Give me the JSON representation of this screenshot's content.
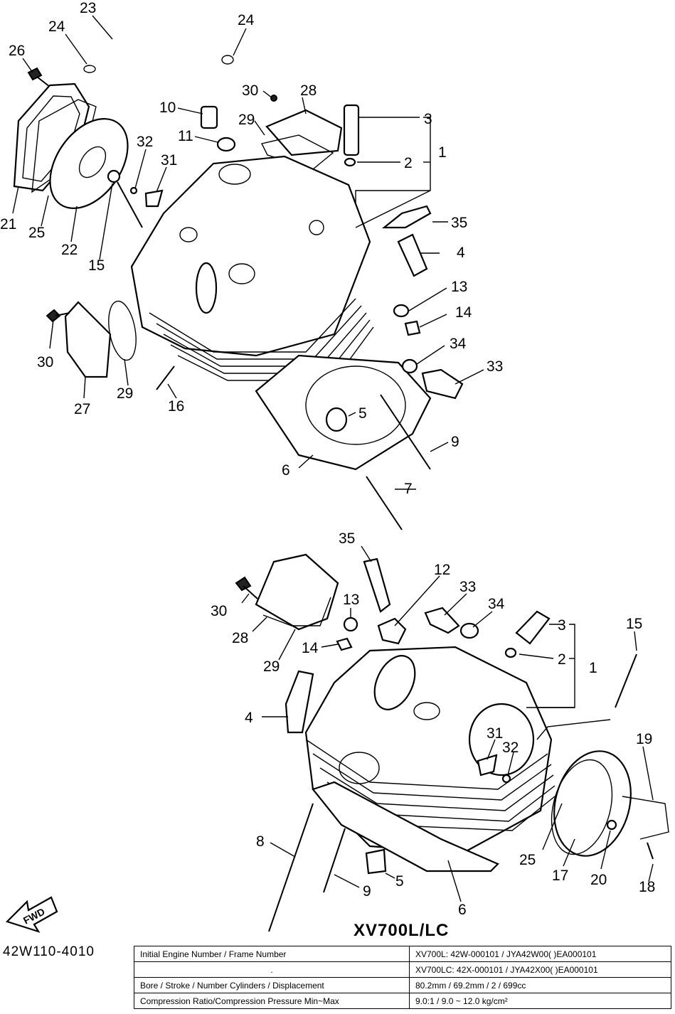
{
  "callouts": {
    "n1": "1",
    "n2": "2",
    "n3": "3",
    "n4": "4",
    "n5": "5",
    "n6": "6",
    "n7": "7",
    "n8": "8",
    "n9": "9",
    "n10": "10",
    "n11": "11",
    "n12": "12",
    "n13": "13",
    "n14": "14",
    "n15": "15",
    "n16": "16",
    "n17": "17",
    "n18": "18",
    "n19": "19",
    "n20": "20",
    "n21": "21",
    "n22": "22",
    "n23": "23",
    "n24": "24",
    "n25": "25",
    "n26": "26",
    "n27": "27",
    "n28": "28",
    "n29": "29",
    "n30": "30",
    "n31": "31",
    "n32": "32",
    "n33": "33",
    "n34": "34",
    "n35": "35"
  },
  "fwd_arrow_label": "FWD",
  "model_label": "XV700L/LC",
  "drawing_code": "42W110-4010",
  "spec_table": {
    "rows": [
      {
        "label": "Initial Engine Number / Frame Number",
        "value": "XV700L: 42W-000101 / JYA42W00( )EA000101"
      },
      {
        "label": ".",
        "value": "XV700LC: 42X-000101 / JYA42X00( )EA000101"
      },
      {
        "label": "Bore / Stroke / Number Cylinders / Displacement",
        "value": "80.2mm / 69.2mm / 2 / 699cc"
      },
      {
        "label": "Compression Ratio/Compression Pressure Min~Max",
        "value": "9.0:1 / 9.0 ~ 12.0 kg/cm²"
      }
    ]
  }
}
